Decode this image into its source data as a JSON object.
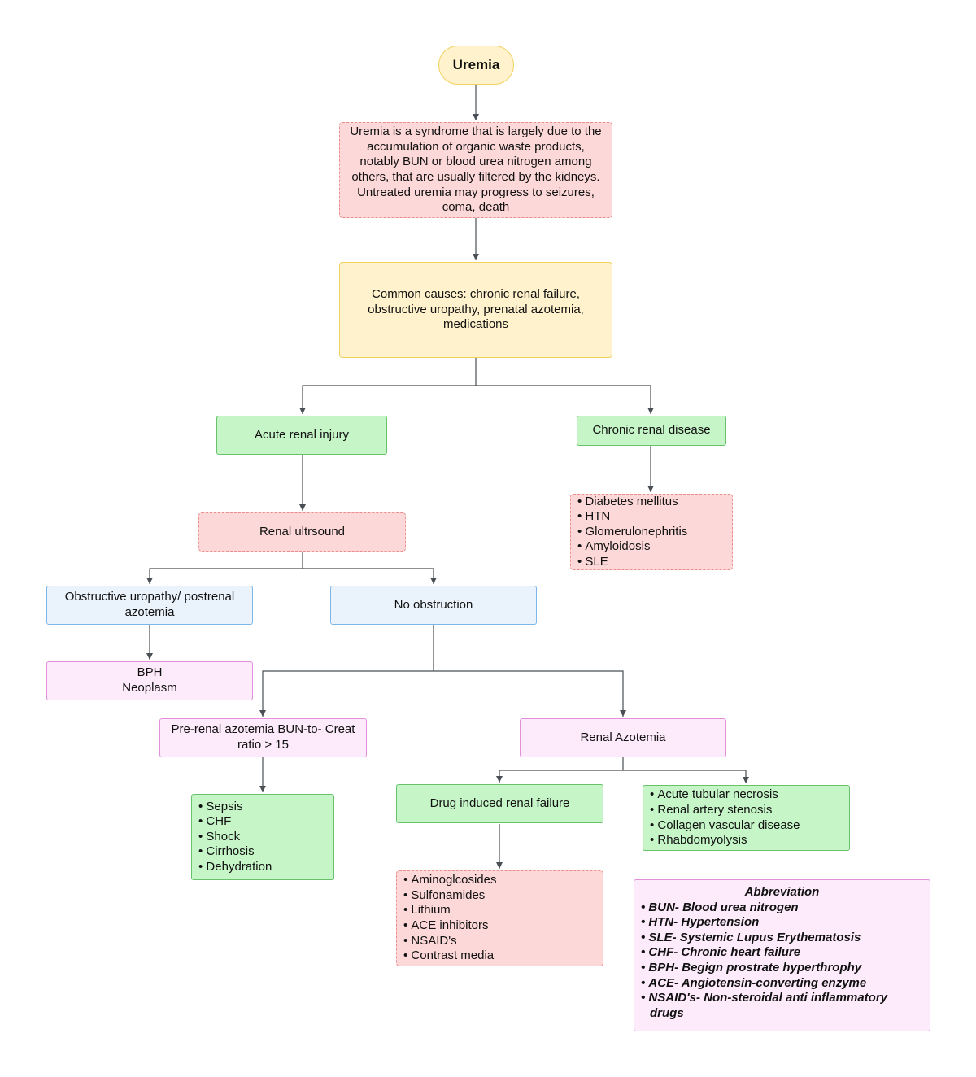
{
  "nodes": {
    "uremia": "Uremia",
    "definition": "Uremia is a syndrome that is largely due to the accumulation of organic waste products, notably BUN or blood urea nitrogen among others, that are usually filtered by the kidneys. Untreated uremia may progress to seizures, coma, death",
    "causes": "Common causes: chronic renal failure, obstructive uropathy, prenatal azotemia, medications",
    "acute_renal_injury": "Acute renal injury",
    "chronic_renal_disease": "Chronic renal disease",
    "chronic_causes": [
      "Diabetes mellitus",
      "HTN",
      "Glomerulonephritis",
      "Amyloidosis",
      "SLE"
    ],
    "renal_ultrasound": "Renal ultrsound",
    "obstructive": "Obstructive uropathy/ postrenal azotemia",
    "no_obstruction": "No obstruction",
    "obstructive_causes": [
      "BPH",
      "Neoplasm"
    ],
    "prerenal": "Pre-renal azotemia BUN-to- Creat ratio > 15",
    "renal_azotemia": "Renal Azotemia",
    "prerenal_causes": [
      "Sepsis",
      "CHF",
      "Shock",
      "Cirrhosis",
      "Dehydration"
    ],
    "drug_induced": "Drug induced renal failure",
    "renal_causes": [
      "Acute tubular necrosis",
      "Renal artery stenosis",
      "Collagen vascular disease",
      "Rhabdomyolysis"
    ],
    "drugs": [
      "Aminoglcosides",
      "Sulfonamides",
      "Lithium",
      "ACE inhibitors",
      "NSAID's",
      "Contrast media"
    ]
  },
  "abbreviations": {
    "title": "Abbreviation",
    "items": [
      "BUN- Blood urea nitrogen",
      "HTN- Hypertension",
      "SLE- Systemic Lupus Erythematosis",
      "CHF- Chronic heart failure",
      "BPH- Begign prostrate hyperthrophy",
      "ACE- Angiotensin-converting enzyme",
      "NSAID's- Non-steroidal anti inflammatory drugs"
    ]
  },
  "colors": {
    "yellow_fill": "#fff2cc",
    "red_fill": "#fdd8d8",
    "green_fill": "#c6f6c8",
    "blue_fill": "#eaf3fc",
    "pink_fill": "#fdebfb",
    "connector": "#4a4f55"
  }
}
